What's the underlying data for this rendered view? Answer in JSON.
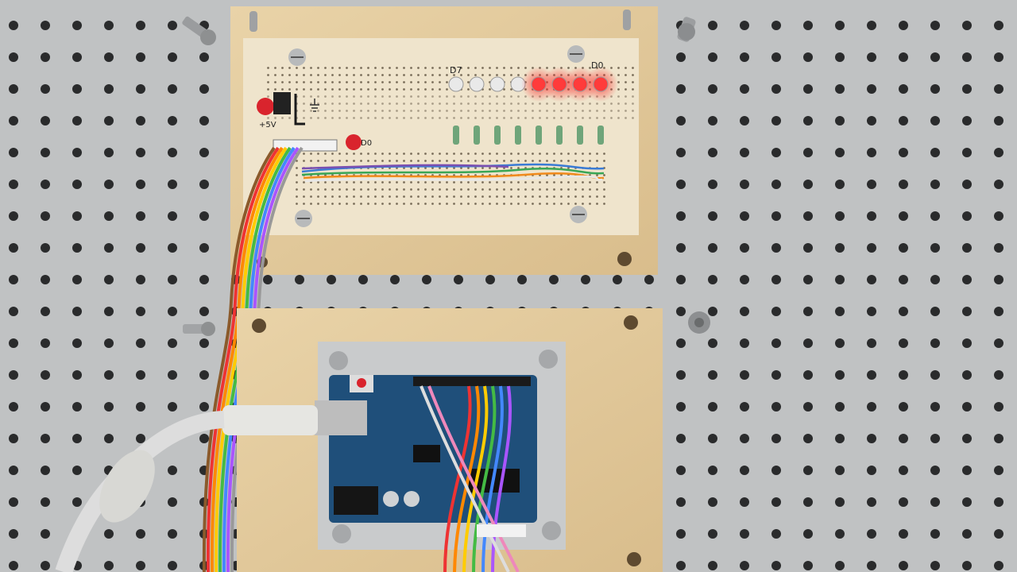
{
  "labels": {
    "led_msb": "D7",
    "led_lsb": "D0",
    "supply": "+5V",
    "bit0_marker": "D0"
  },
  "leds": {
    "count": 8,
    "lit_pattern": [
      false,
      false,
      false,
      false,
      true,
      true,
      true,
      true
    ]
  },
  "colors": {
    "pegboard": "#bfc1c2",
    "wood": "#e2c99b",
    "perfboard": "#efe4cc",
    "led_on": "#ff3b3b",
    "led_off": "#e9e9e9",
    "marker_red": "#d9242d"
  }
}
